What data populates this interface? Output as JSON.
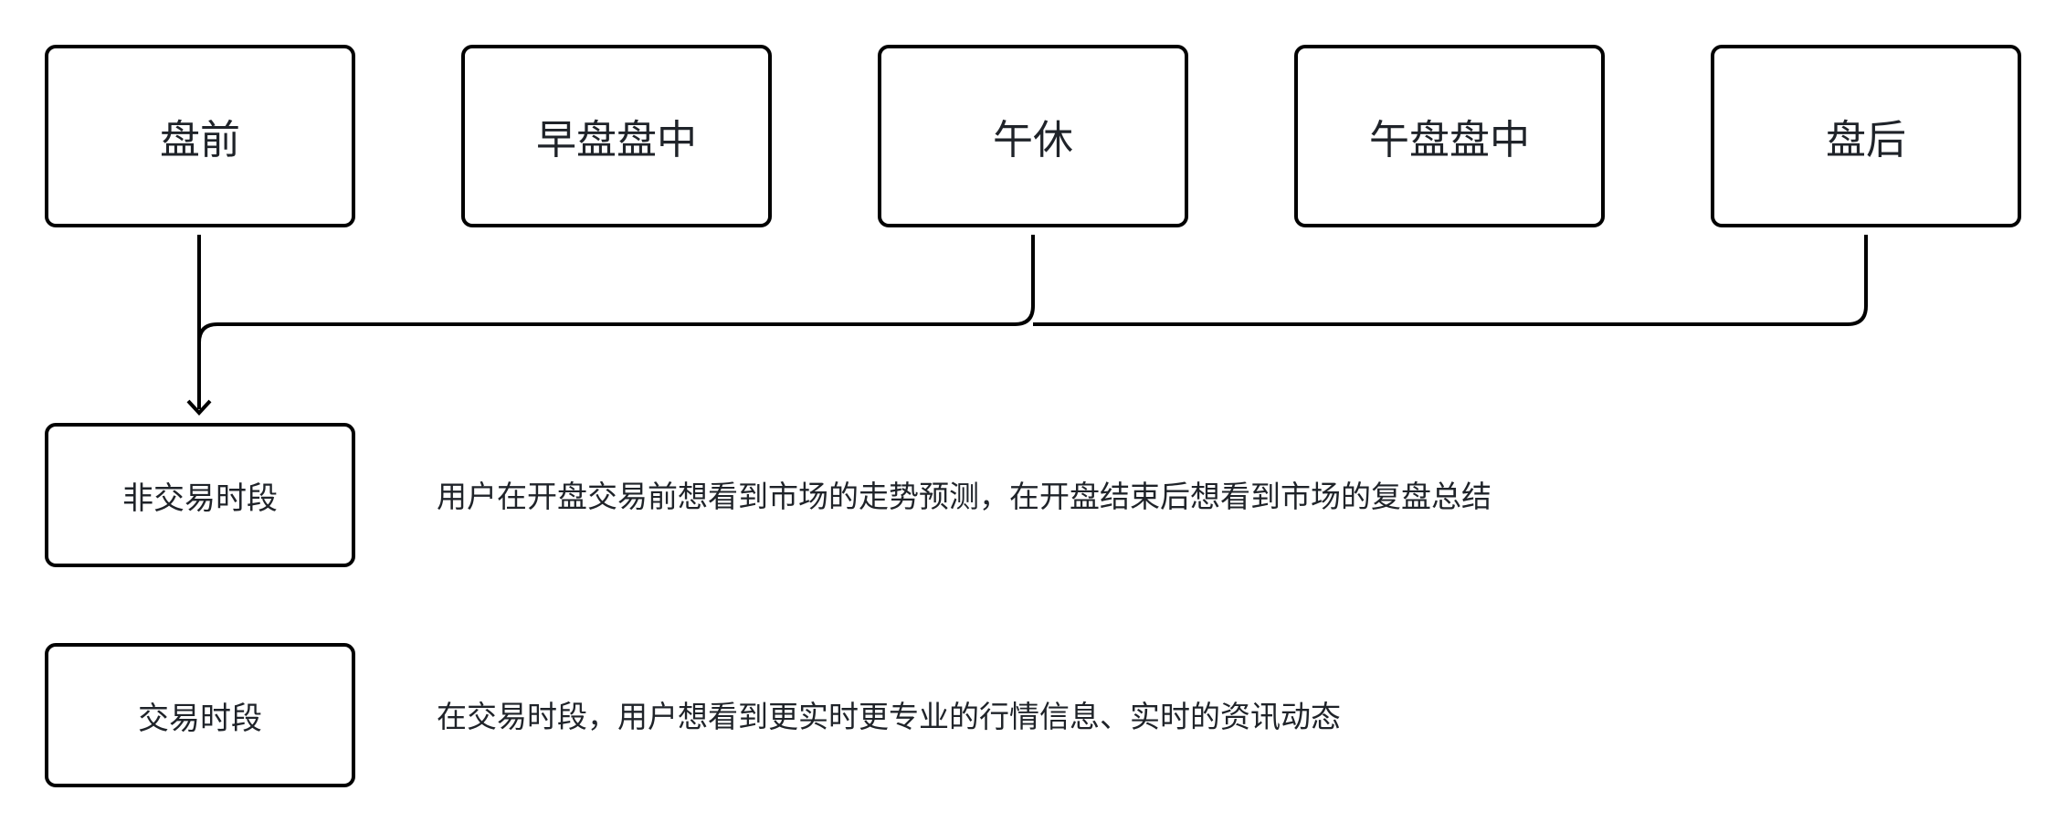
{
  "phases": [
    "盘前",
    "早盘盘中",
    "午休",
    "午盘盘中",
    "盘后"
  ],
  "categories": [
    {
      "label": "非交易时段",
      "description": "用户在开盘交易前想看到市场的走势预测，在开盘结束后想看到市场的复盘总结"
    },
    {
      "label": "交易时段",
      "description": "在交易时段，用户想看到更实时更专业的行情信息、实时的资讯动态"
    }
  ]
}
